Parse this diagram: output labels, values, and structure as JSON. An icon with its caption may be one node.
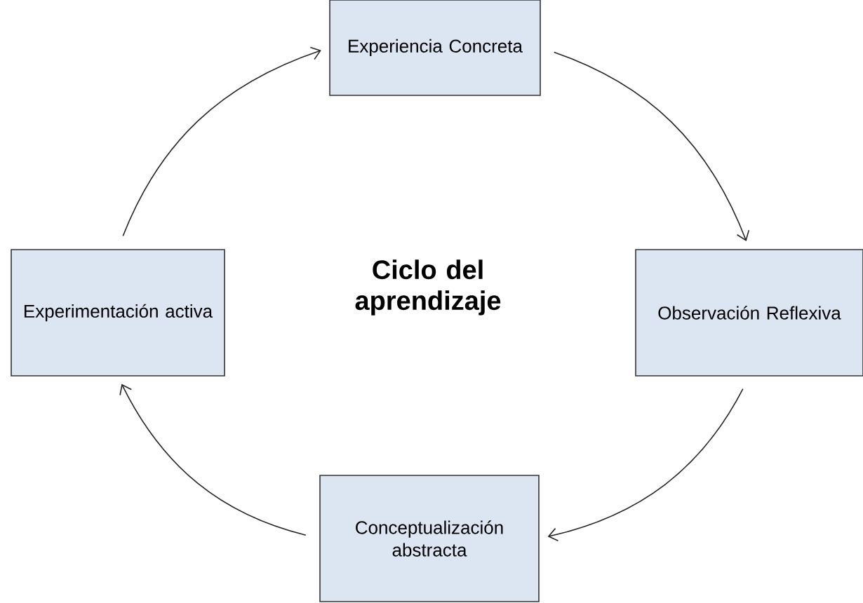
{
  "diagram": {
    "title": "Ciclo del aprendizaje",
    "nodes": [
      {
        "text": [
          "Experiencia Concreta"
        ]
      },
      {
        "text": [
          "Observación Reflexiva"
        ]
      },
      {
        "text": [
          "Conceptualización abstracta"
        ]
      },
      {
        "text": [
          "Experimentación activa"
        ]
      }
    ],
    "edges": [
      {
        "from": 0,
        "to": 1,
        "arrow": "to"
      },
      {
        "from": 1,
        "to": 2,
        "arrow": "to"
      },
      {
        "from": 2,
        "to": 3,
        "arrow": "to"
      },
      {
        "from": 3,
        "to": 0,
        "arrow": "to"
      }
    ]
  }
}
